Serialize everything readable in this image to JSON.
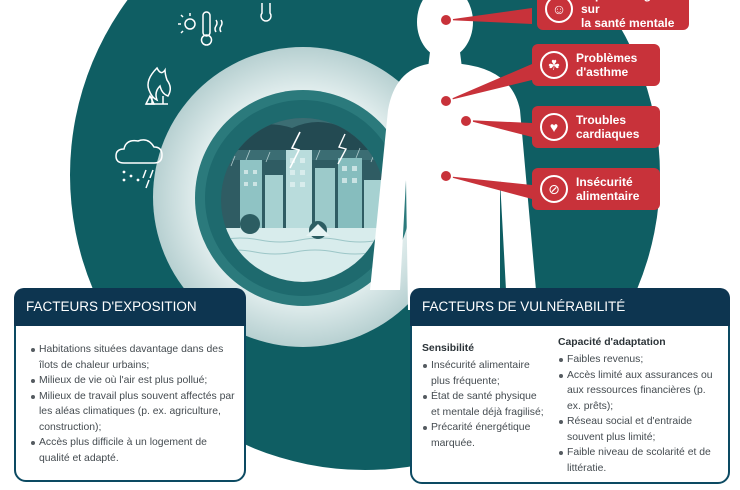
{
  "callouts": [
    {
      "lines": [
        "Impacts négatifs sur",
        "la santé mentale"
      ],
      "icon": "mental-health-icon"
    },
    {
      "lines": [
        "Problèmes",
        "d'asthme"
      ],
      "icon": "lungs-icon"
    },
    {
      "lines": [
        "Troubles",
        "cardiaques"
      ],
      "icon": "heart-icon"
    },
    {
      "lines": [
        "Insécurité",
        "alimentaire"
      ],
      "icon": "no-food-icon"
    }
  ],
  "exposure": {
    "title": "FACTEURS D'EXPOSITION",
    "items": [
      "Habitations situées davantage dans des îlots de chaleur urbains;",
      "Milieux de vie où l'air est plus pollué;",
      "Milieux de travail plus souvent affectés par les aléas climatiques (p. ex. agriculture, construction);",
      "Accès plus difficile à un logement de qualité et adapté."
    ]
  },
  "vulnerability": {
    "title": "FACTEURS DE VULNÉRABILITÉ",
    "sensitivity": {
      "heading": "Sensibilité",
      "items": [
        "Insécurité alimentaire plus fréquente;",
        "État de santé physique et mentale déjà fragilisé;",
        "Précarité énergétique marquée."
      ]
    },
    "adaptation": {
      "heading": "Capacité d'adaptation",
      "items": [
        "Faibles revenus;",
        "Accès limité aux assurances ou aux ressources financières (p. ex. prêts);",
        "Réseau social et d'entraide souvent plus limité;",
        "Faible niveau de scolarité et de littératie."
      ]
    }
  },
  "colors": {
    "teal_dark": "#0f5e63",
    "teal_light": "#d7e7e8",
    "navy": "#0d3550",
    "red": "#c8323a",
    "figure": "#ffffff"
  },
  "hazard_icons": [
    "thermometer-sun-icon",
    "wildfire-icon",
    "storm-cloud-icon",
    "pin-icon"
  ]
}
